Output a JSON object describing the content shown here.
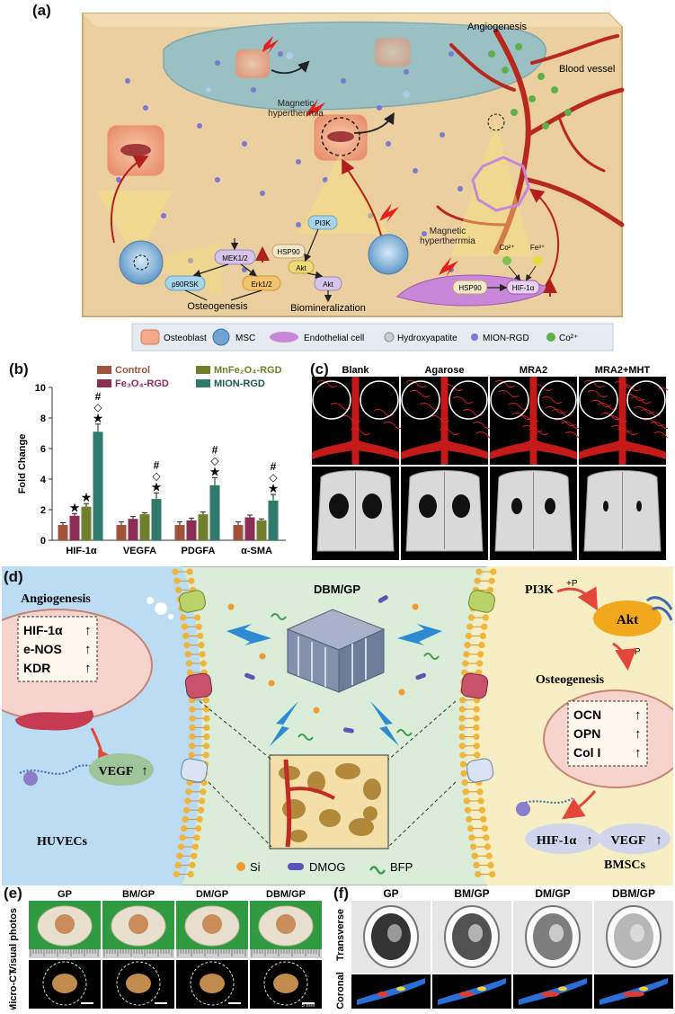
{
  "panel_a": {
    "label": "(a)",
    "annotations": {
      "angiogenesis": "Angiogenesis",
      "blood_vessel": "Blood vessel",
      "magnetic_hyperthermia_1": "Magnetic hypertherrmia",
      "magnetic_hyperthermia_2": "Magnetic hypertherrmia",
      "osteogenesis": "Osteogenesis",
      "biomineralization": "Biomineralization"
    },
    "nodes": {
      "mek": "MEK1/2",
      "p90rsk": "p90RSK",
      "erk": "Erk1/2",
      "pi3k": "PI3K",
      "hsp90_a": "HSP90",
      "akt_a": "Akt",
      "akt_b": "Akt",
      "hsp90_b": "HSP90",
      "hif": "HIF-1α",
      "co": "Co²⁺",
      "fe": "Fe³⁺"
    },
    "legend": [
      {
        "label": "Osteoblast",
        "icon": "osteoblast-icon"
      },
      {
        "label": "MSC",
        "icon": "msc-icon"
      },
      {
        "label": "Endothelial cell",
        "icon": "endothelial-cell-icon"
      },
      {
        "label": "Hydroxyapatite",
        "icon": "hydroxyapatite-icon"
      },
      {
        "label": "MION-RGD",
        "icon": "mion-rgd-icon"
      },
      {
        "label": "Co²⁺",
        "icon": "cobalt-ion-icon"
      }
    ],
    "colors": {
      "tissue": "#ebcf9f",
      "vessel": "#b8281e",
      "arrow": "#b21e1e"
    }
  },
  "panel_b": {
    "label": "(b)",
    "chart_data": {
      "type": "bar",
      "categories": [
        "HIF-1α",
        "VEGFA",
        "PDGFA",
        "α-SMA"
      ],
      "ylabel": "Fold Change",
      "ylim": [
        0,
        10
      ],
      "yticks": [
        0,
        2,
        4,
        6,
        8,
        10
      ],
      "series": [
        {
          "name": "Control",
          "color": "#a0523a",
          "values": [
            1.0,
            1.0,
            1.0,
            1.0
          ],
          "errors": [
            0.15,
            0.2,
            0.2,
            0.2
          ]
        },
        {
          "name": "Fe₃O₄-RGD",
          "color": "#8b2d55",
          "values": [
            1.6,
            1.4,
            1.3,
            1.5
          ],
          "errors": [
            0.15,
            0.15,
            0.15,
            0.15
          ]
        },
        {
          "name": "MnFe₂O₄-RGD",
          "color": "#6f7f2b",
          "values": [
            2.2,
            1.7,
            1.7,
            1.3
          ],
          "errors": [
            0.2,
            0.1,
            0.15,
            0.1
          ]
        },
        {
          "name": "MION-RGD",
          "color": "#2f7a6d",
          "values": [
            7.1,
            2.7,
            3.6,
            2.6
          ],
          "errors": [
            0.5,
            0.4,
            0.5,
            0.4
          ]
        }
      ],
      "markers": {
        "star": "★",
        "diamond": "◇",
        "hash": "#"
      }
    }
  },
  "panel_c": {
    "label": "(c)",
    "columns": [
      "Blank",
      "Agarose",
      "MRA2",
      "MRA2+MHT"
    ]
  },
  "panel_d": {
    "label": "(d)",
    "left": {
      "title": "Angiogenesis",
      "genes": [
        "HIF-1α",
        "e-NOS",
        "KDR"
      ],
      "vegf": "VEGF",
      "cell": "HUVECs"
    },
    "center": {
      "title": "DBM/GP",
      "legend": [
        {
          "label": "Si",
          "icon": "si-particle-icon"
        },
        {
          "label": "DMOG",
          "icon": "dmog-capsule-icon"
        },
        {
          "label": "BFP",
          "icon": "bfp-peptide-icon"
        }
      ]
    },
    "right": {
      "pi3k": "PI3K",
      "phos": "+P",
      "akt": "Akt",
      "title": "Osteogenesis",
      "genes": [
        "OCN",
        "OPN",
        "Col I"
      ],
      "hif": "HIF-1α",
      "vegf": "VEGF",
      "cell": "BMSCs"
    },
    "up_arrow": "↑",
    "colors": {
      "left_bg": "#bcdcf3",
      "center_bg": "#d9edd8",
      "right_bg": "#f7efc3"
    }
  },
  "panel_e": {
    "label": "(e)",
    "columns": [
      "GP",
      "BM/GP",
      "DM/GP",
      "DBM/GP"
    ],
    "rows": [
      "Visual photos",
      "Micro-CT"
    ],
    "scale": "5 mm"
  },
  "panel_f": {
    "label": "(f)",
    "columns": [
      "GP",
      "BM/GP",
      "DM/GP",
      "DBM/GP"
    ],
    "rows": [
      "Transverse",
      "Coronal"
    ]
  }
}
